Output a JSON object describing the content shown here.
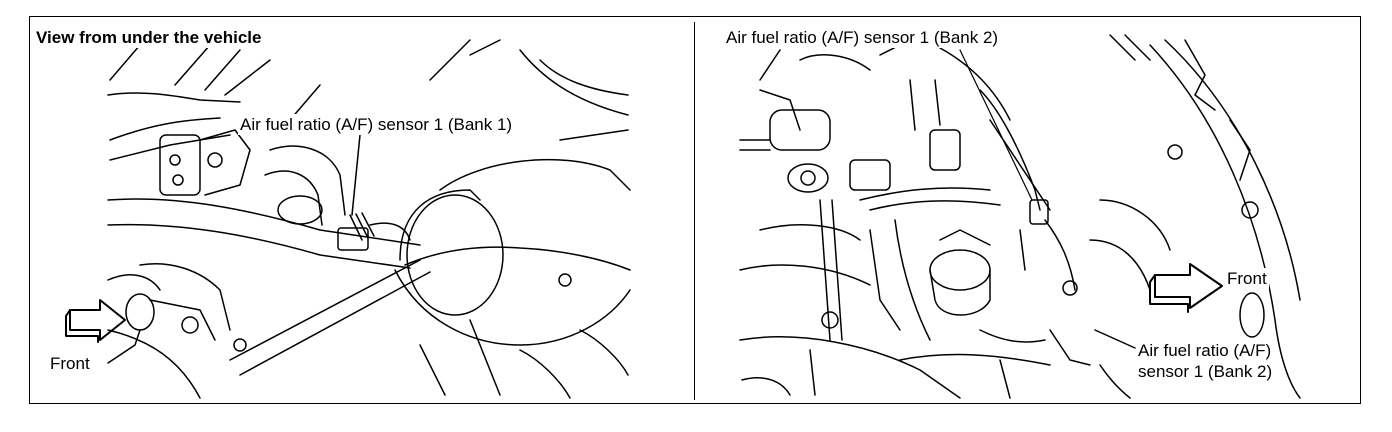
{
  "left_panel": {
    "title": "View from under the vehicle",
    "sensor_label": "Air fuel ratio (A/F) sensor 1 (Bank 1)",
    "front_label": "Front"
  },
  "right_panel": {
    "top_label": "Air fuel ratio (A/F) sensor 1 (Bank 2)",
    "front_label": "Front",
    "bottom_label_line1": "Air fuel ratio (A/F)",
    "bottom_label_line2": "sensor 1 (Bank 2)"
  }
}
